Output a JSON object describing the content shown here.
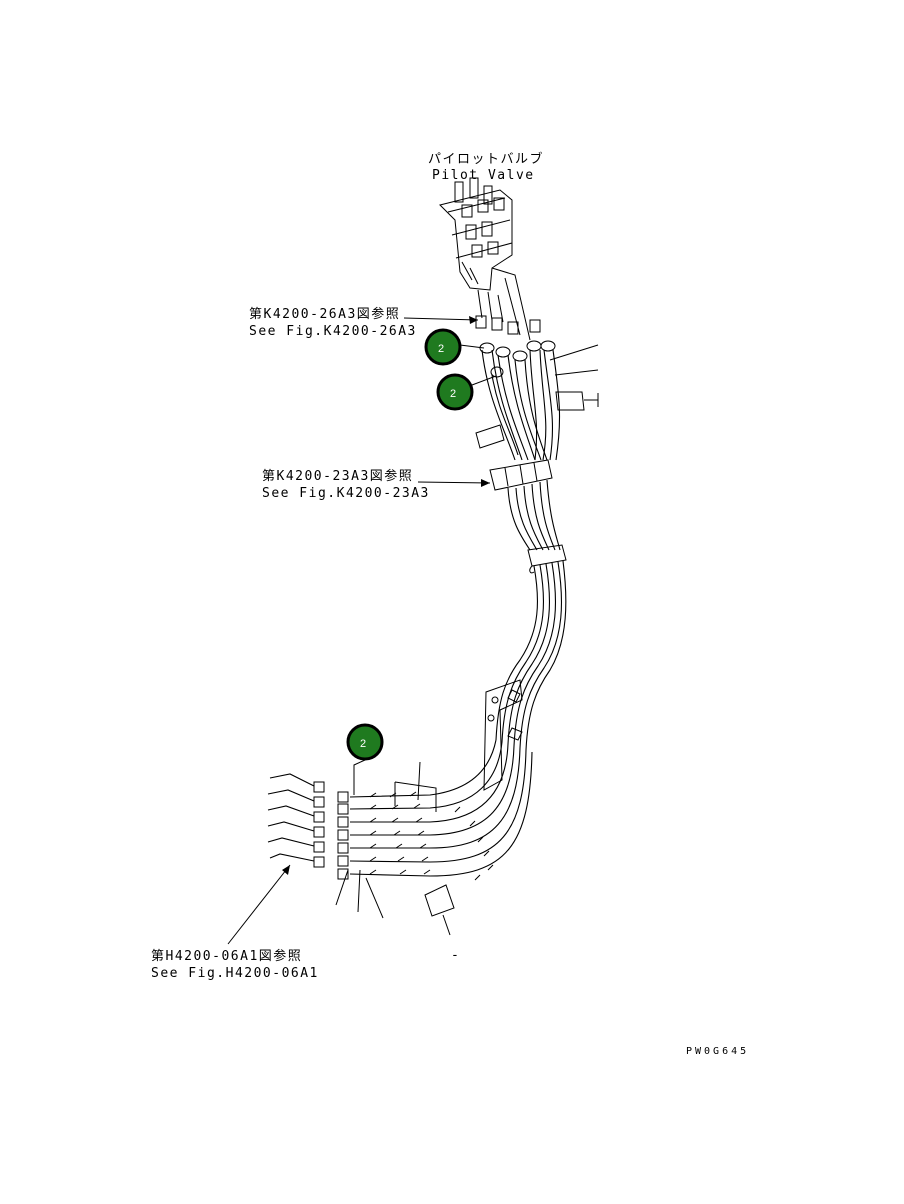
{
  "labels": {
    "pilot_valve_jp": "パイロットバルブ",
    "pilot_valve_en": "Pilot Valve",
    "ref_k26_jp": "第K4200-26A3図参照",
    "ref_k26_en": "See Fig.K4200-26A3",
    "ref_k23_jp": "第K4200-23A3図参照",
    "ref_k23_en": "See Fig.K4200-23A3",
    "ref_h06_jp": "第H4200-06A1図参照",
    "ref_h06_en": "See Fig.H4200-06A1",
    "drawing_code": "PW0G645",
    "dot": "-"
  },
  "callouts": [
    {
      "label": "2"
    },
    {
      "label": "2"
    },
    {
      "label": "2"
    }
  ],
  "colors": {
    "callout_fill": "#1f7a1f",
    "callout_ring": "#000000",
    "line": "#000000",
    "background": "#ffffff"
  }
}
